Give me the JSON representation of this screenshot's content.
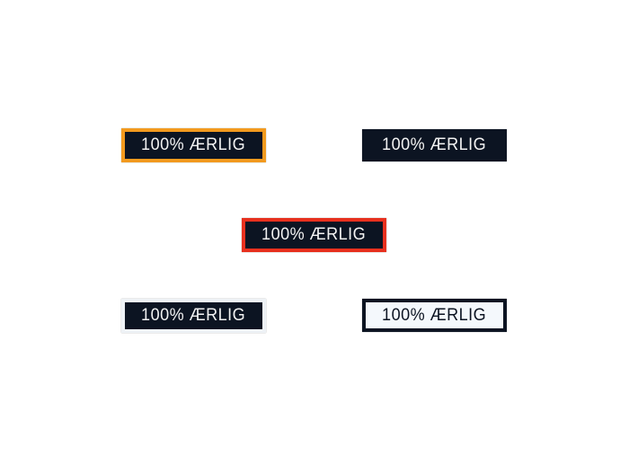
{
  "patches": [
    {
      "text": "100% ÆRLIG",
      "border": "#f39a1e",
      "background": "#0c1422",
      "text_color": "#f2f2f2"
    },
    {
      "text": "100% ÆRLIG",
      "border": "#0c1422",
      "background": "#0c1422",
      "text_color": "#f2f2f2"
    },
    {
      "text": "100% ÆRLIG",
      "border": "#e8301e",
      "background": "#0c1422",
      "text_color": "#f2f2f2"
    },
    {
      "text": "100% ÆRLIG",
      "border": "#eef2f6",
      "background": "#0c1422",
      "text_color": "#f2f2f2"
    },
    {
      "text": "100% ÆRLIG",
      "border": "#0c1422",
      "background": "#f4f8fc",
      "text_color": "#0c1422"
    }
  ]
}
